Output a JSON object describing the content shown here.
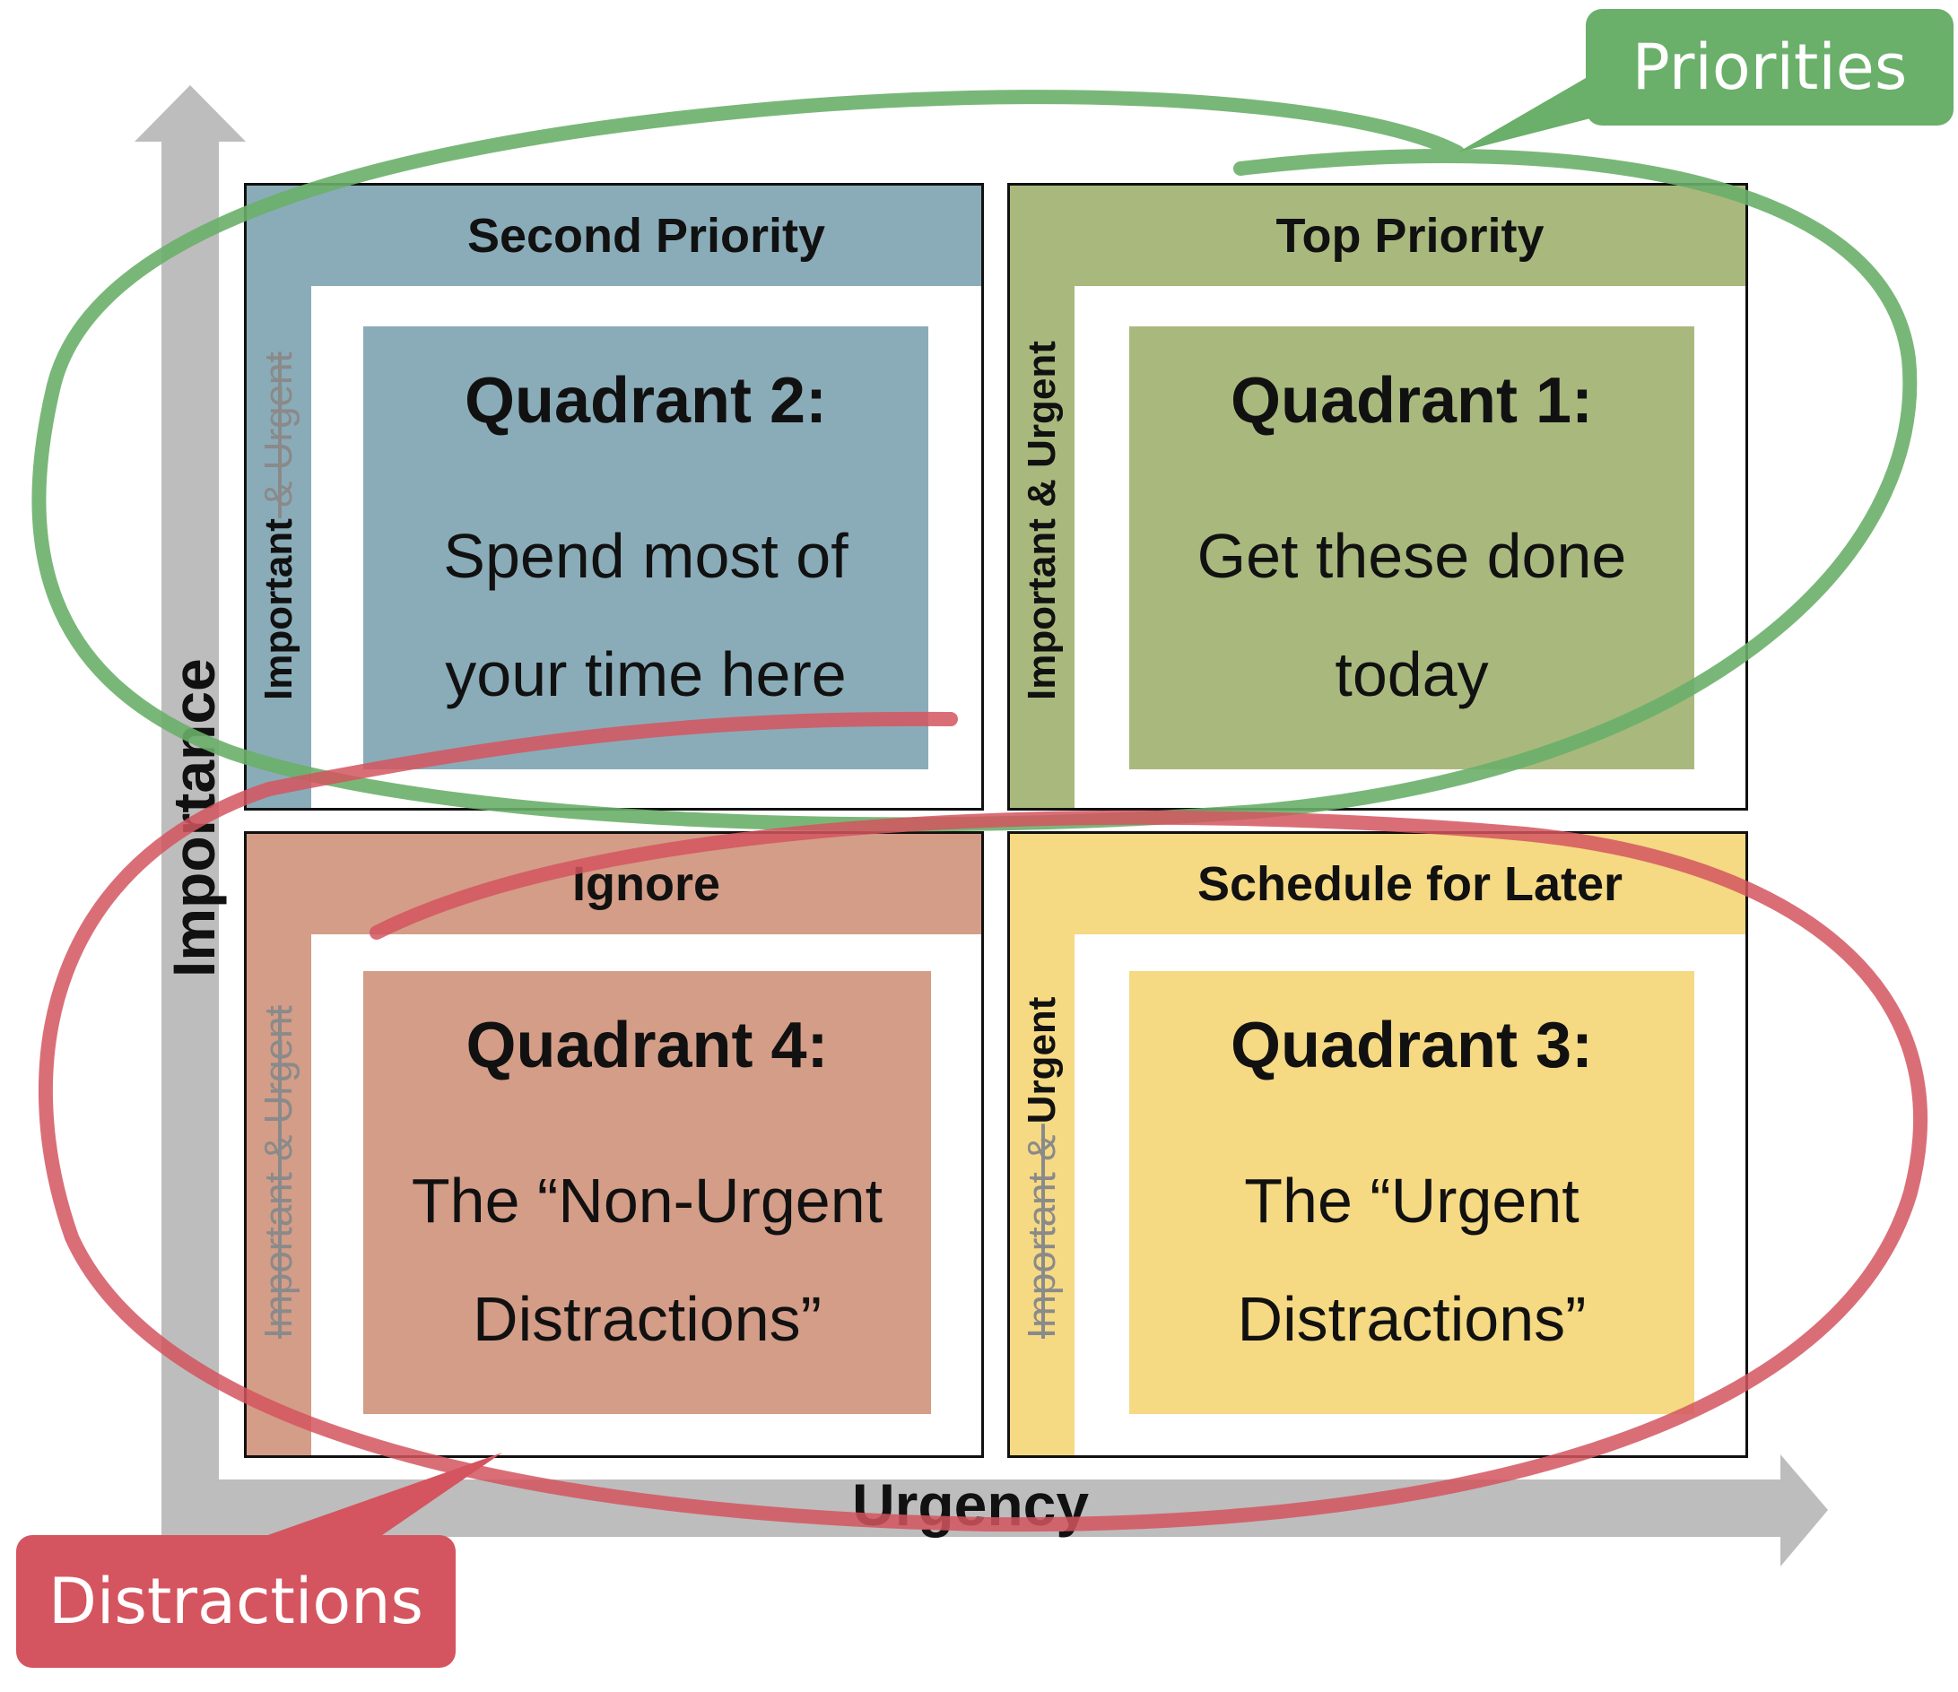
{
  "axes": {
    "y_label": "Importance",
    "x_label": "Urgency"
  },
  "colors": {
    "axis": "#bdbdbd",
    "q2": "#8aacb8",
    "q1": "#a9b97e",
    "q4": "#d49d87",
    "q3": "#f5d983",
    "priorities": "#6aaf6a",
    "distractions": "#d4555f"
  },
  "quadrants": {
    "q2": {
      "title": "Second Priority",
      "heading": "Quadrant 2:",
      "body_line1": "Spend most of",
      "body_line2": "your time here",
      "side_bold": "Important",
      "side_rest": " & Urgent"
    },
    "q1": {
      "title": "Top Priority",
      "heading": "Quadrant 1:",
      "body_line1": "Get these done",
      "body_line2": "today",
      "side_bold": "Important & Urgent",
      "side_rest": ""
    },
    "q4": {
      "title": "Ignore",
      "heading": "Quadrant 4:",
      "body_line1": "The “Non-Urgent",
      "body_line2": "Distractions”",
      "side_gray": "Important & Urgent"
    },
    "q3": {
      "title": "Schedule for Later",
      "heading": "Quadrant 3:",
      "body_line1": "The “Urgent",
      "body_line2": "Distractions”",
      "side_gray": "Important & ",
      "side_bold": "Urgent"
    }
  },
  "callouts": {
    "priorities": "Priorities",
    "distractions": "Distractions"
  }
}
